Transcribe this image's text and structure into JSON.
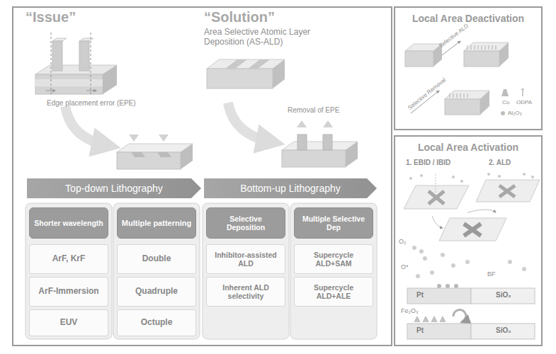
{
  "diagram": {
    "nodes": [
      {
        "text": [
          "Top-down Lithography"
        ]
      },
      {
        "text": [
          "Bottom-up Lithography"
        ]
      },
      {
        "text": [
          "Shorter wavelength"
        ]
      },
      {
        "text": [
          "Multiple patterning"
        ]
      },
      {
        "text": [
          "Selective Deposition"
        ]
      },
      {
        "text": [
          "Multiple Selective Dep"
        ]
      },
      {
        "text": [
          "ArF, KrF"
        ]
      },
      {
        "text": [
          "Double"
        ]
      },
      {
        "text": [
          "Inhibitor-assisted ALD"
        ]
      },
      {
        "text": [
          "Supercycle ALD+SAM"
        ]
      },
      {
        "text": [
          "ArF-Immersion"
        ]
      },
      {
        "text": [
          "Quadruple"
        ]
      },
      {
        "text": [
          "Inherent ALD selectivity"
        ]
      },
      {
        "text": [
          "Supercycle ALD+ALE"
        ]
      },
      {
        "text": [
          "EUV"
        ]
      },
      {
        "text": [
          "Octuple"
        ]
      },
      {
        "text": [
          "Local Area Deactivation"
        ]
      },
      {
        "text": [
          "Local Area Activation"
        ]
      }
    ],
    "labels": [
      "“Issue”",
      "“Solution”",
      "Area Selective Atomic Layer Deposition (AS-ALD)",
      "Edge placement error (EPE)",
      "Removal of EPE",
      "Selective ALD",
      "Selective Removal",
      "Cu",
      "ODPA",
      "Al₂O₃",
      "1. EBID / IBID",
      "2. ALD",
      "O₂",
      "O*",
      "Pt",
      "SiO₂",
      "BF",
      "Fe₂O₃",
      "Pt",
      "SiO₂"
    ]
  }
}
